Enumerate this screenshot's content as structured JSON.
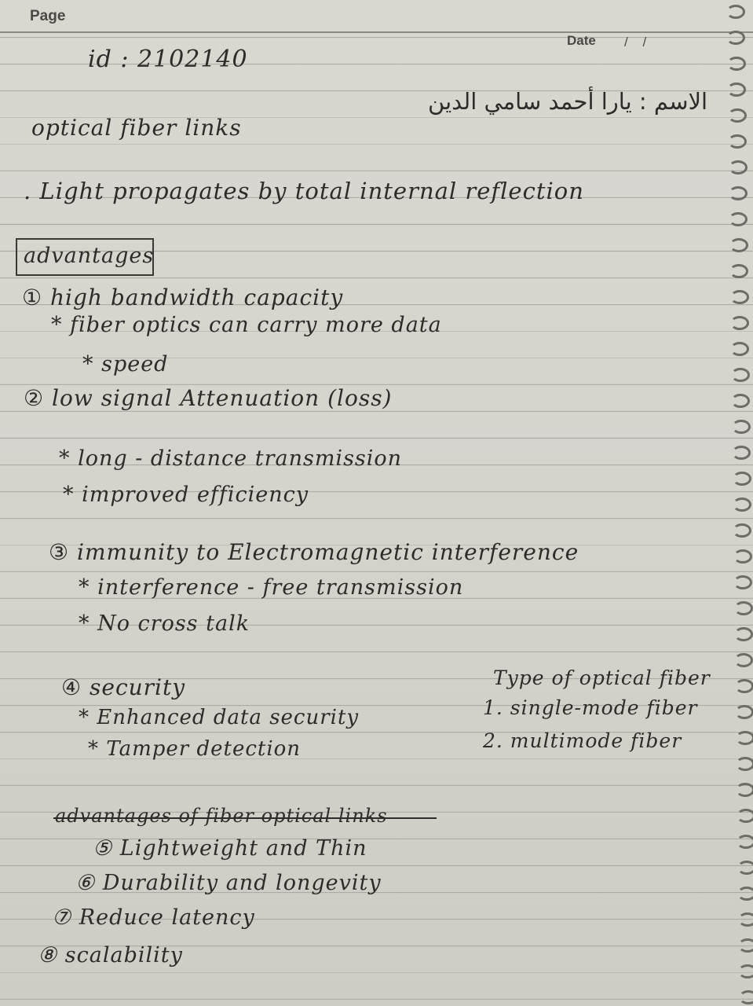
{
  "header": {
    "page_label": "Page",
    "date_label": "Date",
    "date_value": "/ /"
  },
  "student": {
    "id_line": "id : 2102140",
    "name_line": "الاسم : يارا أحمد سامي الدين"
  },
  "topic": {
    "title": "optical fiber links",
    "intro": ". Light propagates by total internal reflection"
  },
  "advantages": {
    "heading": "advantages",
    "items": [
      {
        "marker": "①",
        "title": "high bandwidth capacity",
        "points": [
          "* fiber optics can carry more data",
          "* speed"
        ]
      },
      {
        "marker": "②",
        "title": "low signal Attenuation (loss)",
        "points": [
          "* long - distance transmission",
          "* improved efficiency"
        ]
      },
      {
        "marker": "③",
        "title": "immunity to Electromagnetic interference",
        "points": [
          "* interference - free transmission",
          "* No cross talk"
        ]
      },
      {
        "marker": "④",
        "title": "security",
        "points": [
          "* Enhanced data security",
          "* Tamper detection"
        ]
      }
    ]
  },
  "types": {
    "title": "Type of optical fiber",
    "items": [
      "1. single-mode fiber",
      "2. multimode fiber"
    ]
  },
  "more_advantages": {
    "heading": "advantages of fiber optical links",
    "items": [
      "⑤ Lightweight and Thin",
      "⑥ Durability and longevity",
      "⑦ Reduce latency",
      "⑧ scalability"
    ]
  }
}
